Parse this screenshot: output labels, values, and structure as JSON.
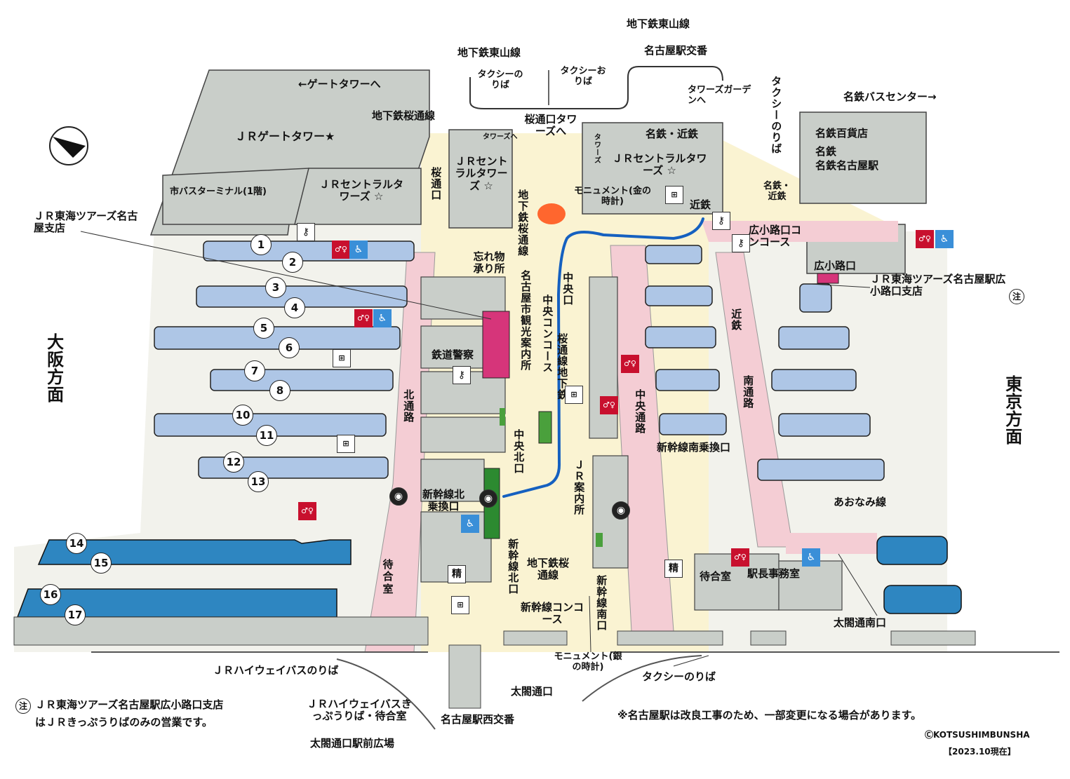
{
  "colors": {
    "building": "#c9cec9",
    "platform_conventional": "#aec6e6",
    "platform_shinkansen": "#2e86c1",
    "concourse_pink": "#f4cdd4",
    "concourse_cream": "#faf3d2",
    "tourist_info": "#d6357a",
    "route_annotation": "#1560c0",
    "annotation_spot": "#ff5a1f",
    "accent_green": "#4aa03c"
  },
  "platforms": [
    "1",
    "2",
    "3",
    "4",
    "5",
    "6",
    "7",
    "8",
    "10",
    "11",
    "12",
    "13",
    "14",
    "15",
    "16",
    "17"
  ],
  "directions": {
    "west": "大阪方面",
    "east": "東京方面"
  },
  "labels": {
    "subway_higashiyama_1": "地下鉄東山線",
    "subway_higashiyama_2": "地下鉄東山線",
    "nagoya_station_koban": "名古屋駅交番",
    "taxi_noriba_top": "タクシーのりば",
    "taxi_oriba": "タクシーおりば",
    "towers_garden": "タワーズガーデンへ",
    "to_gate_tower": "←ゲートタワーへ",
    "subway_sakuradori": "地下鉄桜通線",
    "sakuradori_exit_towers": "桜通口タワーズへ",
    "meitetsu_kintetsu_top": "名鉄・近鉄",
    "taxi_noriba_right": "タクシーのりば",
    "meitetsu_bus_center": "名鉄バスセンター→",
    "meitetsu_dept": "名鉄百貨店",
    "meitetsu_nagoya": "名鉄名古屋駅",
    "meitetsu_word": "名鉄",
    "jr_gate_tower": "ＪＲゲートタワー★",
    "city_bus_terminal": "市バスターミナル(1階)",
    "jr_central_towers_left": "ＪＲセントラルタワーズ ☆",
    "jr_central_towers_mid": "ＪＲセントラルタワーズ ☆",
    "jr_central_towers_right": "ＪＲセントラルタワーズ ☆",
    "sakuradori_exit": "桜通口",
    "towers_small": "タワーズへ",
    "towers_vert": "タワーズ",
    "monument_gold": "モニュメント(金の時計)",
    "kintetsu": "近鉄",
    "meitetsu_kintetsu_mid": "名鉄・近鉄",
    "hirokoji_concourse": "広小路口コンコース",
    "hirokoji_exit": "広小路口",
    "jr_tours_nagoya": "ＪＲ東海ツアーズ名古屋支店",
    "jr_tours_hirokoji": "ＪＲ東海ツアーズ名古屋駅広小路口支店",
    "note_mark": "注",
    "lost_found": "忘れ物承り所",
    "subway_sakuradori_vert": "地下鉄桜通線",
    "nagoya_city_info": "名古屋市観光案内所",
    "central_concourse": "中央コンコース",
    "central_exit": "中央口",
    "sakuradori_subway_vert2": "桜通線地下鉄",
    "railway_police": "鉄道警察",
    "north_passage": "北通路",
    "central_north_exit": "中央北口",
    "jr_info": "ＪＲ案内所",
    "central_passage": "中央通路",
    "shinkansen_south_transfer": "新幹線南乗換口",
    "south_passage": "南通路",
    "kintetsu_vert": "近鉄",
    "aonami_line": "あおなみ線",
    "shinkansen_north_transfer": "新幹線北乗換口",
    "shinkansen_north_exit": "新幹線北口",
    "subway_sakuradori_small": "地下鉄桜通線",
    "waiting_room_left": "待合室",
    "waiting_room_right": "待合室",
    "seisan": "精",
    "station_master_office": "駅長事務室",
    "taiko_south_exit": "太閤通南口",
    "shinkansen_concourse": "新幹線コンコース",
    "shinkansen_south_exit": "新幹線南口",
    "monument_silver": "モニュメント(銀の時計)",
    "taxi_noriba_bottom": "タクシーのりば",
    "jr_highway_bus": "ＪＲハイウェイバスのりば",
    "jr_highway_bus_ticket": "ＪＲハイウェイバスきっぷうりば・待合室",
    "taiko_exit": "太閤通口",
    "nagoya_west_koban": "名古屋駅西交番",
    "taiko_plaza": "太閤通口駅前広場",
    "footnote": "注 ＪＲ東海ツアーズ名古屋駅広小路口支店はＪＲきっぷうりばのみの営業です。",
    "footnote_line1": "ＪＲ東海ツアーズ名古屋駅広小路口支店",
    "footnote_line2": "はＪＲきっぷうりばのみの営業です。",
    "construction_note": "※名古屋駅は改良工事のため、一部変更になる場合があります。",
    "copyright": "ⒸKOTSUSHIMBUNSHA",
    "date": "【2023.10現在】"
  },
  "icons": [
    "compass-icon",
    "toilet-icon",
    "accessible-toilet-icon",
    "elevator-icon",
    "escalator-icon",
    "stairs-icon",
    "locker-icon",
    "key-icon"
  ]
}
